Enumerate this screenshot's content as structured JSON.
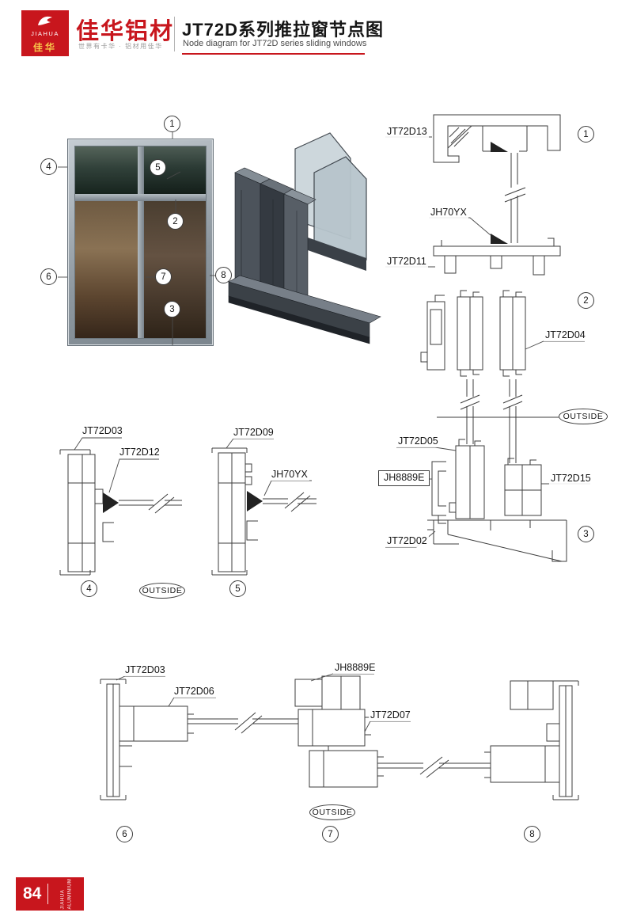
{
  "header": {
    "logo": {
      "brand_en": "JIAHUA",
      "brand_cn": "佳华"
    },
    "brand_title": "佳华铝材",
    "tagline": "世界有卡华 · 铝材用佳华",
    "title_cn": "JT72D系列推拉窗节点图",
    "title_en": "Node diagram for JT72D series sliding windows"
  },
  "footer": {
    "page_number": "84",
    "brand_top": "JIAHUA",
    "brand_bottom": "ALUMINIUM"
  },
  "outside": "OUTSIDE",
  "callouts": {
    "n1": "1",
    "n2": "2",
    "n3": "3",
    "n4": "4",
    "n5": "5",
    "n6": "6",
    "n7": "7",
    "n8": "8"
  },
  "labels": {
    "jt72d13": "JT72D13",
    "jh70yx": "JH70YX",
    "jt72d11": "JT72D11",
    "jt72d04": "JT72D04",
    "jt72d05": "JT72D05",
    "jh8889e": "JH8889E",
    "jt72d15": "JT72D15",
    "jt72d02": "JT72D02",
    "jt72d03": "JT72D03",
    "jt72d12": "JT72D12",
    "jt72d09": "JT72D09",
    "jt72d06": "JT72D06",
    "jt72d07": "JT72D07"
  },
  "colors": {
    "accent_red": "#c8161d",
    "line": "#3c3c3c"
  }
}
